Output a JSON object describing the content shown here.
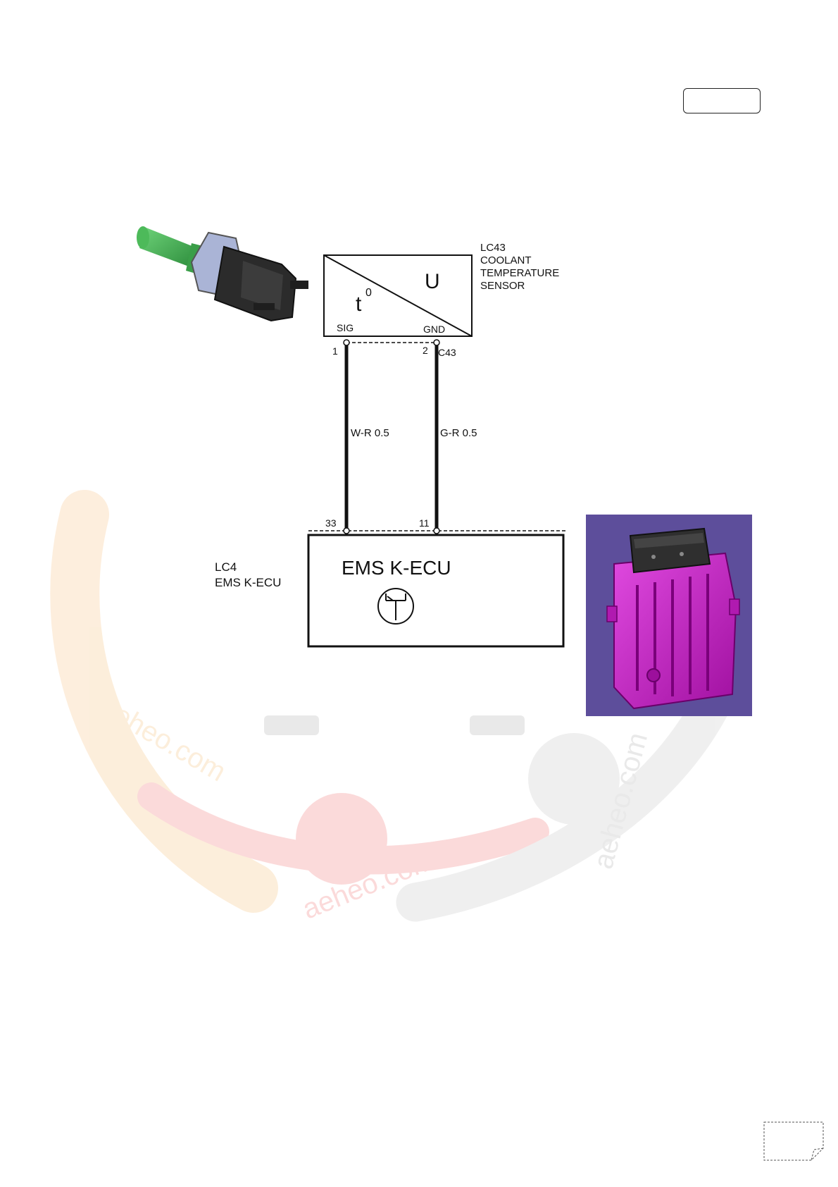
{
  "sensor": {
    "id": "LC43",
    "name_line1": "COOLANT",
    "name_line2": "TEMPERATURE",
    "name_line3": "SENSOR",
    "symbol_left": "t",
    "symbol_left_sup": "0",
    "symbol_right": "U",
    "pin_sig_label": "SIG",
    "pin_gnd_label": "GND",
    "pin_sig_number": "1",
    "pin_gnd_number": "2",
    "connector": "C43"
  },
  "wires": {
    "sig_wire": "W-R 0.5",
    "gnd_wire": "G-R 0.5"
  },
  "ecu": {
    "id": "LC4",
    "name": "EMS K-ECU",
    "box_title": "EMS K-ECU",
    "pin_sig_number": "33",
    "pin_gnd_number": "11"
  },
  "watermark": {
    "text": "aeheo.com",
    "colors": {
      "red": "#ea3a3a",
      "orange": "#f4a340",
      "gray": "#cccccc"
    }
  },
  "colors": {
    "sensor_green": "#3fa84f",
    "connector_black": "#2b2b2b",
    "ecu_magenta": "#c21dc2",
    "ecu_background": "#5d4e9b"
  }
}
